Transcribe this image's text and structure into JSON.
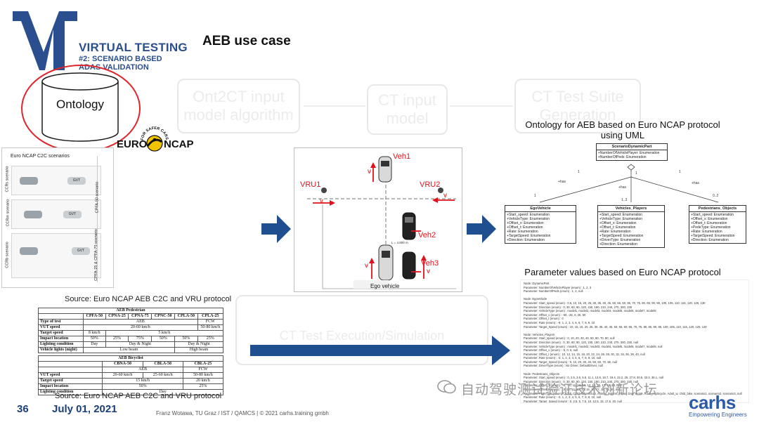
{
  "logo": {
    "title": "VIRTUAL TESTING",
    "subtitle_line1": "#2: SCENARIO BASED",
    "subtitle_line2": "ADAS VALIDATION"
  },
  "slide": {
    "title": "AEB use case"
  },
  "background_steps": {
    "step1": "Ont2CT input model algorithm",
    "step2": "CT input model",
    "step3": "CT Test Suite Generation",
    "step4": "CT Test Execution/Simulation"
  },
  "ontology": {
    "label": "Ontology"
  },
  "euroncap": {
    "ring": "FOR SAFER CARS",
    "left": "EURO",
    "right": "NCAP"
  },
  "c2c_panel": {
    "title": "Euro NCAP C2C scenarios",
    "rows": [
      "CCRs scenario",
      "CCRm scenario",
      "CCRb scenario"
    ],
    "side_labels": [
      "CPFA-50 scenario",
      "CPFA-25 & CPFA-75 scenario"
    ],
    "car_tag": "GVT",
    "caption": "Source: Euro NCAP AEB C2C and VRU protocol"
  },
  "pedestrian_table": {
    "title": "AEB Pedestrian",
    "columns": [
      "",
      "CPFA-50",
      "CPNA-25",
      "CPNA-75",
      "CPNC-50",
      "CPLA-50",
      "CPLA-25"
    ],
    "rows": [
      [
        "Type of test",
        "AEB",
        "FCW"
      ],
      [
        "VUT speed",
        "20-60 km/h",
        "50-80 km/h"
      ],
      [
        "Target speed",
        "8 km/h",
        "5 km/h"
      ],
      [
        "Impact location",
        "50%",
        "25%",
        "75%",
        "50%",
        "50%",
        "25%"
      ],
      [
        "Lighting condition",
        "Day",
        "Day & Night",
        "Day & Night"
      ],
      [
        "Vehicle lights (night)",
        "Low beam",
        "High beam"
      ]
    ]
  },
  "bicyclist_table": {
    "title": "AEB Bicyclist",
    "columns": [
      "",
      "CBNA-50",
      "CBLA-50",
      "CBLA-25"
    ],
    "rows": [
      [
        "",
        "AEB",
        "FCW"
      ],
      [
        "VUT speed",
        "20-60 km/h",
        "25-60 km/h",
        "50-80 km/h"
      ],
      [
        "Target speed",
        "15 km/h",
        "20 km/h"
      ],
      [
        "Impact location",
        "50%",
        "25%"
      ],
      [
        "Lighting condition",
        "Day"
      ]
    ],
    "caption": "Source: Euro NCAP AEB C2C and VRU protocol"
  },
  "scenario": {
    "labels": {
      "veh1": "Veh1",
      "veh2": "Veh2",
      "veh3": "Veh3",
      "vru1": "VRU1",
      "vru2": "VRU2",
      "v": "v",
      "ego": "Ego vehicle",
      "dim": "L = 4.800 m"
    }
  },
  "uml": {
    "title": "Ontology for AEB based on Euro NCAP protocol using UML",
    "root": {
      "name": "ScenarioDynamicPart",
      "attrs": [
        "+NumberOfVehiclePlayer: Enumeration",
        "+NumberOfPeds: Enumeration"
      ]
    },
    "classes": [
      {
        "name": "EgoVehicle",
        "attrs": [
          "+Start_speed: Enumeration",
          "+VehicleType: Enumeration",
          "+Offset_x: Enumeration",
          "+Offset_t: Enumeration",
          "+Rate: Enumeration",
          "+TargetSpeed: Enumeration",
          "+Direction: Enumeration"
        ]
      },
      {
        "name": "Vehicles_Players",
        "attrs": [
          "+Start_speed: Enumeration",
          "+VehicleType: Enumeration",
          "+Offset_x: Enumeration",
          "+Offset_t: Enumeration",
          "+Rate: Enumeration",
          "+TargetSpeed: Enumeration",
          "+DriverType: Enumeration",
          "+Direction: Enumeration"
        ]
      },
      {
        "name": "Pedestrians_Objects",
        "attrs": [
          "+Start_speed: Enumeration",
          "+Offset_x: Enumeration",
          "+Offset_t: Enumeration",
          "+PedeType: Enumeration",
          "+Rate: Enumeration",
          "+TargetSpeed: Enumeration",
          "+Direction: Enumeration"
        ]
      }
    ],
    "rel": {
      "has": "+has",
      "one": "1",
      "one_three": "1..3",
      "zero_two": "0..2"
    }
  },
  "params": {
    "title": "Parameter values based on Euro NCAP protocol",
    "lines": [
      "Node: DynamicPart",
      "Parameter: NumberOfVehiclePlayer (enum) : 1, 2, 3",
      "Parameter: NumberOfPeds (enum) : 1, 2, null",
      "",
      "Node: EgoVehicle",
      "Parameter: Start_speed (enum) : 0.5, 10, 15, 20, 25, 30, 35, 40, 45, 50, 55, 60, 65, 70, 75, 80, 85, 90, 95, 100, 105, 110, 115, 120, 125, 130",
      "Parameter: Direction (enum) : 0, 30, 60, 90, 120, 150, 180, 210, 240, 270, 300, 330",
      "Parameter: VehicleType (enum) : model1, model2, model3, model4, model5, model6, model7, model8",
      "Parameter: Offset_x (enum) : -50, -25, 0, 25, 50",
      "Parameter: Offset_t (enum) : 0",
      "Parameter: Rate (enum) : -9, 1, 2, 3, 4, 5, 6, 7, 8, 9, 10",
      "Parameter: Target_Speed (enum) : 10, 15, 15, 20, 25, 30, 35, 40, 45, 50, 55, 60, 65, 70, 75, 80, 85, 90, 95, 100, 105, 110, 115, 120, 125, 130",
      "",
      "Node: Vehicles_Players",
      "Parameter: Start_speed (enum) : 0, 10, 20, 30, 40, 50, 60, 70, 80, null",
      "Parameter: Direction (enum) : 0, 30, 60, 90, 120, 150, 180, 210, 240, 270, 300, 330, null",
      "Parameter: VehicleType (enum) : model1, model2, model3, model4, model5, model6, model7, model8, null",
      "Parameter: Offset_x (enum) : -5, 0, 5, null",
      "Parameter: Offset_t (enum) : 10, 12, 14, 15, 18, 20, 22, 24, 26, 28, 30, 32, 34, 36, 38, 40, null",
      "Parameter: Rate (enum) : -3, 1, 2, 3, 4, 5, 6, 7, 8, 9, 10, null",
      "Parameter: Target_Speed (enum) : 0, 10, 20, 30, 40, 50, 60, 70, 80, null",
      "Parameter: DriverType (enum) : No Driver, DefaultDriver, null",
      "",
      "Node: Pedestrians_Objects",
      "Parameter: Start_speed (enum) : 0, 2.5, 3.6, 5.5, 11.1, 13.8, 16.7, 19.4, 22.2, 25, 27.8, 30.5, 33.3, 36.1, null",
      "Parameter: Direction (enum) : 0, 30, 60, 90, 120, 150, 180, 210, 240, 270, 300, 330, null",
      "Parameter: Offset_x (enum) : -6, -10, 11, 12, 13, 14, 15, 16, 17, 18, 19, null",
      "Parameter: Offset_t (enum) : 10, 11, 12, 13, 14, 15, 16, 17, 18, 19, 20, null",
      "Parameter: PedeType (enum) : Adult, Child, Wheelchair, Animal, Salomi, Paper, Dog, Stone, Adult_m, Bicycle, Adult_w, child_bike, scenario1, scenario2, scenario3, null",
      "Parameter: Rate (enum) : -3, 1, 2, 3, 4, 5, 6, 7, 8, 9, 10, null",
      "Parameter: Target_Speed (enum) : 0, 2.5, 5, 7.5, 10, 12.5, 15, 17.5, 20, null"
    ]
  },
  "footer": {
    "slide_number": "36",
    "date": "July 01, 2021",
    "copyright": "Franz Wotawa, TU Graz / IST / QAMCS | © 2021 carhs.training gmbh",
    "brand": "carhs",
    "brand_sub": "Empowering Engineers",
    "watermark": "自动驾驶测试验证技术创新论坛"
  },
  "colors": {
    "navy": "#1c3f7a",
    "accent_blue": "#2b5ba8",
    "arrow_blue": "#1f4f8f",
    "ellipse_red": "#e0242c",
    "label_red": "#e3101c"
  }
}
